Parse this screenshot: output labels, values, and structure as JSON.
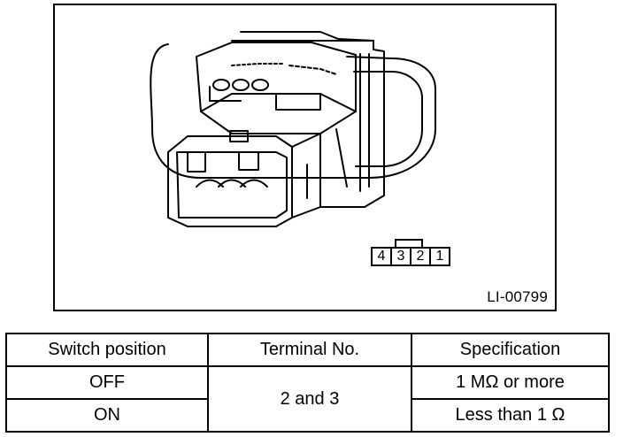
{
  "figure": {
    "id_label": "LI-00799",
    "terminals": [
      "4",
      "3",
      "2",
      "1"
    ]
  },
  "table": {
    "headers": [
      "Switch position",
      "Terminal No.",
      "Specification"
    ],
    "rows": [
      {
        "position": "OFF",
        "terminal": "2 and 3",
        "spec": "1 MΩ or more"
      },
      {
        "position": "ON",
        "terminal": "2 and 3",
        "spec": "Less than 1 Ω"
      }
    ]
  }
}
